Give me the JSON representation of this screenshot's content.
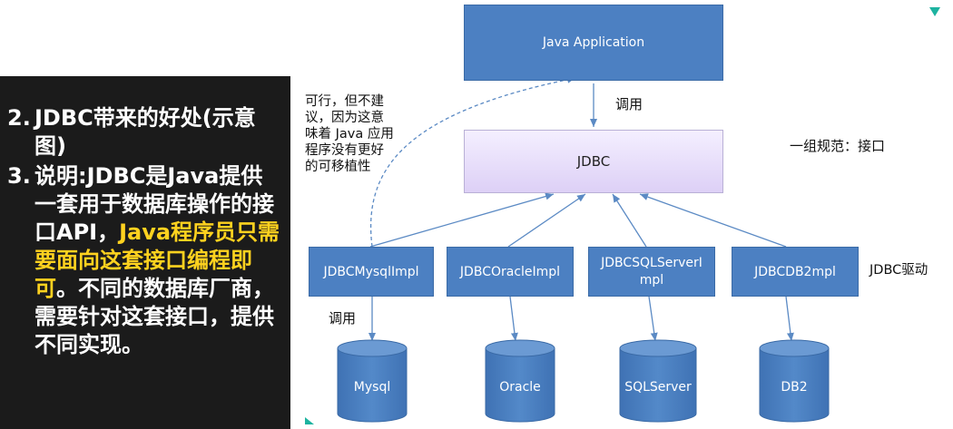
{
  "left_panel": {
    "item2_num": "2.",
    "item2_text": "JDBC带来的好处(示意图)",
    "item3_num": "3.",
    "item3_pre": "说明:JDBC是Java提供一套用于数据库操作的接口API，",
    "item3_highlight": "Java程序员只需要面向这套接口编程即可",
    "item3_post": "。不同的数据库厂商，需要针对这套接口，提供不同实现。"
  },
  "diagram": {
    "app_label": "Java Application",
    "call_label_top": "调用",
    "jdbc_label": "JDBC",
    "jdbc_side_label": "一组规范：接口",
    "note_lines": [
      "可行，但不建",
      "议，因为这意",
      "味着 Java 应用",
      "程序没有更好",
      "的可移植性"
    ],
    "driver_side_label": "JDBC驱动",
    "call_label_bottom": "调用",
    "impls": [
      {
        "line1": "JDBCMysqlImpl",
        "line2": ""
      },
      {
        "line1": "JDBCOracleImpl",
        "line2": ""
      },
      {
        "line1": "JDBCSQLServerI",
        "line2": "mpl"
      },
      {
        "line1": "JDBCDB2mpl",
        "line2": ""
      }
    ],
    "databases": [
      "Mysql",
      "Oracle",
      "SQLServer",
      "DB2"
    ],
    "colors": {
      "box_blue": "#4c80c2",
      "jdbc_purple": "#e6dcf8",
      "arrow": "#5b8ac4"
    }
  }
}
